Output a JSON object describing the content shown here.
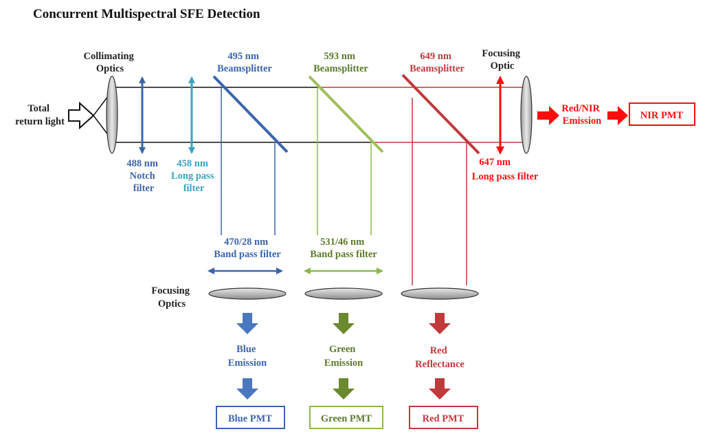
{
  "title": "Concurrent Multispectral SFE Detection",
  "input": {
    "line1": "Total",
    "line2": "return light"
  },
  "collimating_optics": {
    "line1": "Collimating",
    "line2": "Optics"
  },
  "focusing_optic": {
    "line1": "Focusing",
    "line2": "Optic"
  },
  "focusing_optics": {
    "line1": "Focusing",
    "line2": "Optics"
  },
  "beamsplitters": [
    {
      "wavelength": "495 nm",
      "label": "Beamsplitter",
      "color": "#3a65ad"
    },
    {
      "wavelength": "593 nm",
      "label": "Beamsplitter",
      "color": "#5c7a2a"
    },
    {
      "wavelength": "649 nm",
      "label": "Beamsplitter",
      "color": "#c0393b"
    }
  ],
  "filters": {
    "notch": {
      "line1": "488 nm",
      "line2": "Notch",
      "line3": "filter",
      "color": "#3a65ad"
    },
    "longpass_458": {
      "line1": "458 nm",
      "line2": "Long pass",
      "line3": "filter",
      "color": "#3aa3bf"
    },
    "longpass_647": {
      "line1": "647 nm",
      "line2": "Long pass filter",
      "color": "#ff0d0d"
    }
  },
  "bandpass": [
    {
      "line1": "470/28 nm",
      "line2": "Band pass filter",
      "color": "#3a65ad"
    },
    {
      "line1": "531/46 nm",
      "line2": "Band pass filter",
      "color": "#5c7a2a"
    }
  ],
  "emissions": [
    {
      "line1": "Blue",
      "line2": "Emission",
      "color": "#3a65ad"
    },
    {
      "line1": "Green",
      "line2": "Emission",
      "color": "#5c7a2a"
    },
    {
      "line1": "Red",
      "line2": "Reflectance",
      "color": "#c0393b"
    }
  ],
  "detectors": [
    {
      "label": "Blue PMT",
      "color": "#3a65ad"
    },
    {
      "label": "Green PMT",
      "color": "#5c7a2a"
    },
    {
      "label": "Red PMT",
      "color": "#c0393b"
    }
  ],
  "nir": {
    "emission_line1": "Red/NIR",
    "emission_line2": "Emission",
    "pmt": "NIR PMT",
    "color": "#ff0d0d"
  }
}
